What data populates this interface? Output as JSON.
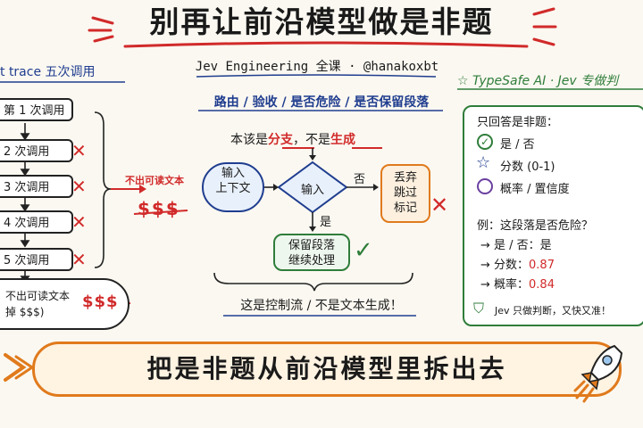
{
  "header": {
    "title": "别再让前沿模型做是非题",
    "subtitle": "Jev Engineering 全课 · @hanakoxbt"
  },
  "left": {
    "title": "t trace 五次调用",
    "calls": [
      "第 1 次调用",
      "2 次调用",
      "3 次调用",
      "4 次调用",
      "5 次调用"
    ],
    "arrow_note": "不出可读文本",
    "money": "$$$",
    "cloud_line1": "不出可读文本",
    "cloud_line2": "掉 $$$)",
    "cloud_money": "$$$"
  },
  "center": {
    "route": "路由 / 验收 / 是否危险 / 是否保留段落",
    "should_be": "本该是",
    "branch": "分支",
    "not_prefix": "，不是",
    "generation": "生成",
    "input_box": [
      "输入",
      "上下文"
    ],
    "decision": "输入",
    "no_label": "否",
    "yes_label": "是",
    "discard_box": [
      "丢弃",
      "跳过",
      "标记"
    ],
    "keep_box": [
      "保留段落",
      "继续处理"
    ],
    "footer": "这是控制流 / 不是文本生成！"
  },
  "right": {
    "header": "TypeSafe AI · Jev 专做判",
    "only_answer": "只回答是非题：",
    "options": [
      "是 / 否",
      "分数 (0-1)",
      "概率 / 置信度"
    ],
    "example_q": "例：这段落是否危险？",
    "answers": [
      {
        "label": "→ 是 / 否：",
        "value": "是"
      },
      {
        "label": "→ 分数：",
        "value": "0.87"
      },
      {
        "label": "→ 概率：",
        "value": "0.84"
      }
    ],
    "verdict": "Jev 只做判断，又快又准！"
  },
  "banner": {
    "text": "把是非题从前沿模型里拆出去"
  },
  "colors": {
    "red": "#d12a2a",
    "blue": "#1f3d8f",
    "green": "#2f7d3a",
    "orange": "#e07a1c"
  }
}
